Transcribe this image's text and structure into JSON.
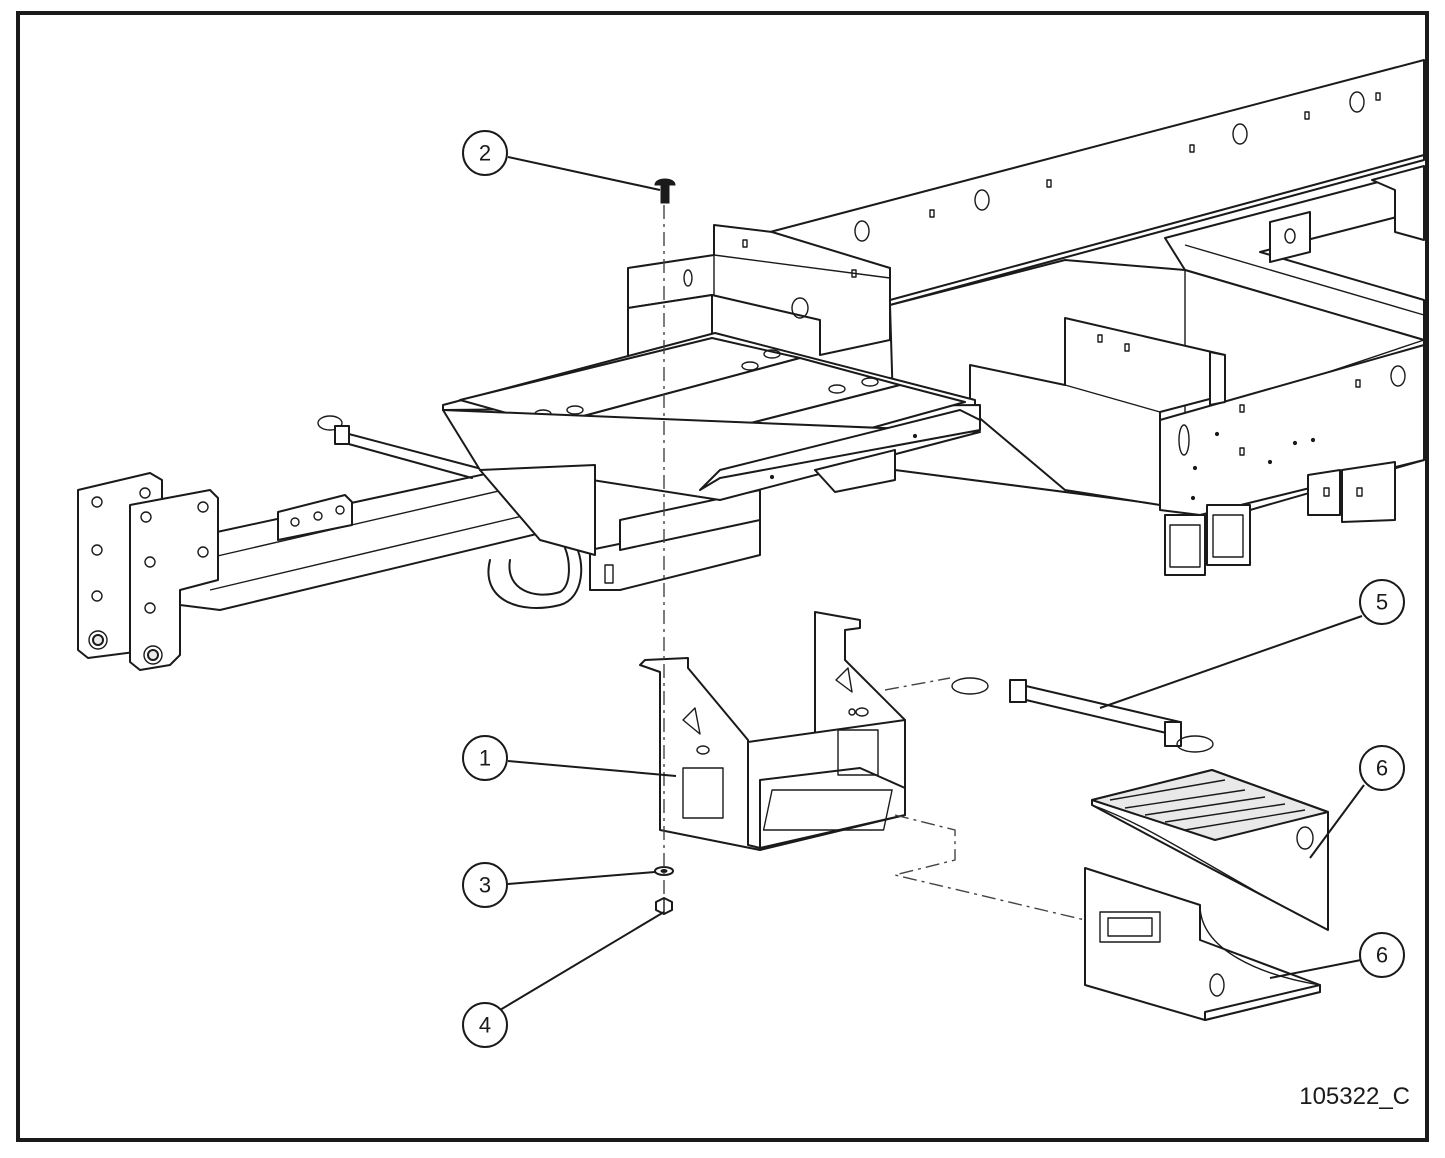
{
  "drawing": {
    "number": "105322_C",
    "border_color": "#1a1a1a"
  },
  "callouts": [
    {
      "id": "c1",
      "label": "1"
    },
    {
      "id": "c2",
      "label": "2"
    },
    {
      "id": "c3",
      "label": "3"
    },
    {
      "id": "c4",
      "label": "4"
    },
    {
      "id": "c5",
      "label": "5"
    },
    {
      "id": "c6a",
      "label": "6"
    },
    {
      "id": "c6b",
      "label": "6"
    }
  ]
}
